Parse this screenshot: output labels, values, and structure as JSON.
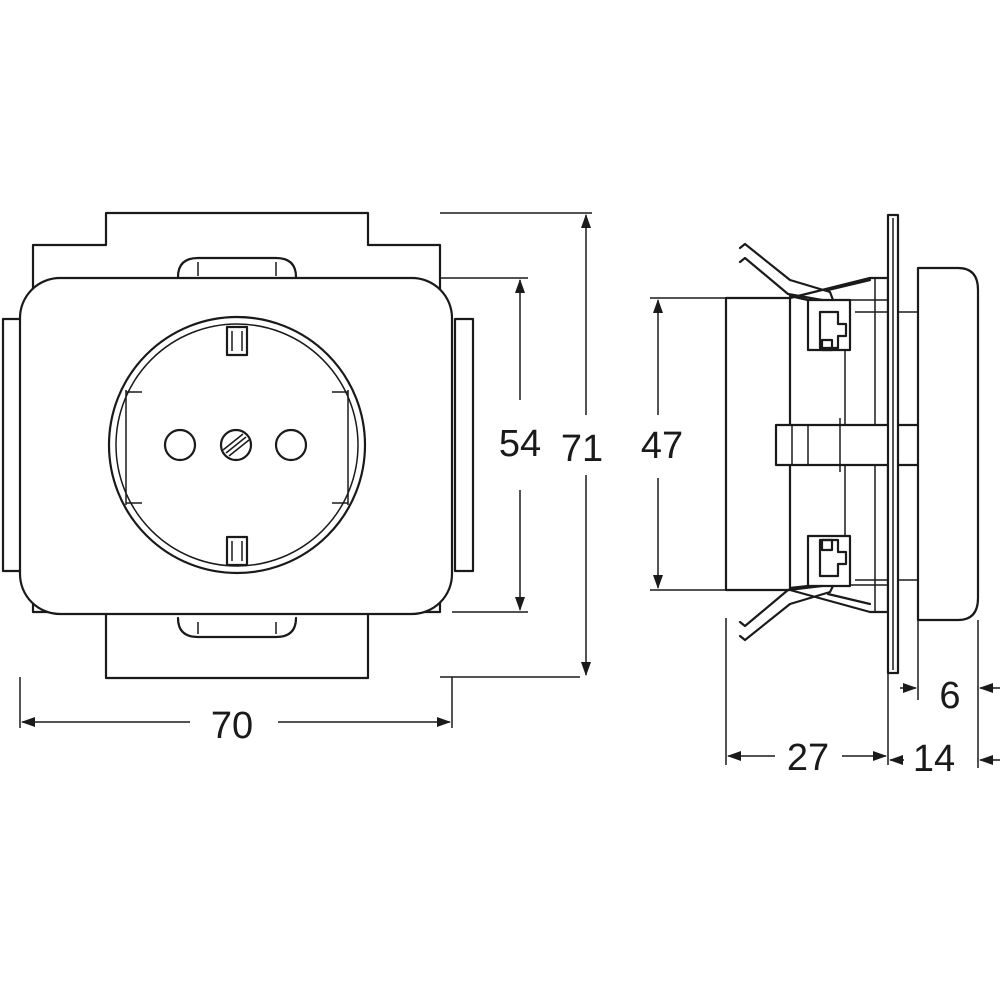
{
  "diagram": {
    "front_view": {
      "dimensions": {
        "total_width": "70",
        "total_height": "71",
        "frame_height": "54"
      }
    },
    "side_view": {
      "dimensions": {
        "insert_height": "47",
        "mounting_depth": "27",
        "cover_depth": "6",
        "total_projection": "14"
      }
    },
    "colors": {
      "line": "#1a1a1a",
      "background": "#ffffff"
    }
  }
}
